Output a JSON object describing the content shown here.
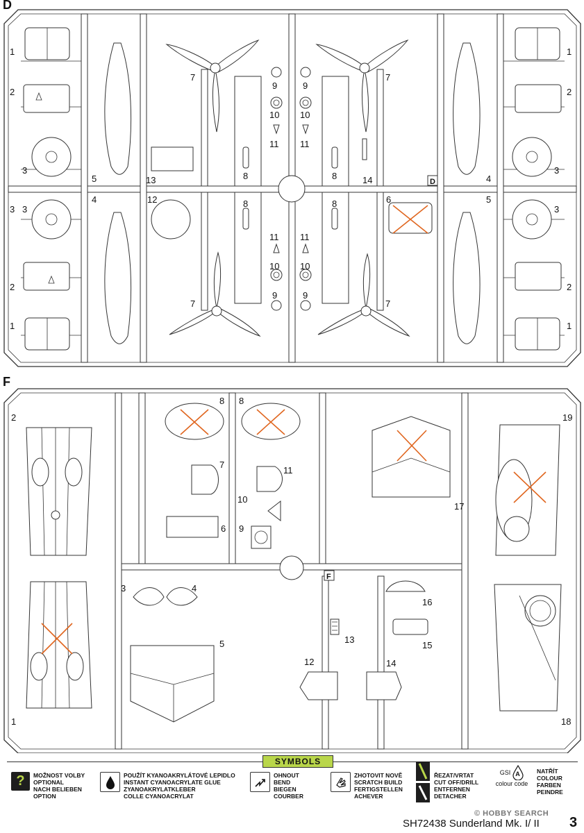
{
  "sprues": {
    "d": {
      "letter": "D",
      "tab_letter": "D",
      "labels": [
        "1",
        "2",
        "3",
        "5",
        "7",
        "9",
        "10",
        "11",
        "8",
        "13",
        "9",
        "10",
        "11",
        "7",
        "8",
        "14",
        "4",
        "1",
        "2",
        "3",
        "3",
        "4",
        "12",
        "8",
        "11",
        "10",
        "9",
        "7",
        "8",
        "11",
        "10",
        "9",
        "7",
        "6",
        "5",
        "3",
        "2",
        "1",
        "3",
        "2",
        "1"
      ]
    },
    "f": {
      "letter": "F",
      "tab_letter": "F",
      "labels": [
        "2",
        "8",
        "8",
        "7",
        "11",
        "10",
        "6",
        "9",
        "17",
        "19",
        "3",
        "4",
        "5",
        "1",
        "12",
        "13",
        "14",
        "16",
        "15",
        "18"
      ]
    }
  },
  "symbols": {
    "title": "SYMBOLS",
    "items": [
      {
        "icon": "question-icon",
        "lines": [
          "MOŽNOST VOLBY",
          "OPTIONAL",
          "NACH BELIEBEN",
          "OPTION"
        ]
      },
      {
        "icon": "glue-drop-icon",
        "lines": [
          "POUŽÍT KYANOAKRYLÁTOVÉ LEPIDLO",
          "INSTANT CYANOACRYLATE GLUE",
          "ZYANOAKRYLATKLEBER",
          "COLLE CYANOACRYLAT"
        ]
      },
      {
        "icon": "bend-arrow-icon",
        "lines": [
          "OHNOUT",
          "BEND",
          "BIEGEN",
          "COURBER"
        ]
      },
      {
        "icon": "scratch-hand-icon",
        "lines": [
          "ZHOTOVIT NOVĚ",
          "SCRATCH BUILD",
          "FERTIGSTELLEN",
          "ACHEVER"
        ]
      },
      {
        "icon": "knife-cut-icon",
        "lines": [
          "ŘEZAT/VRTAT",
          "CUT OFF/DRILL",
          "ENTFERNEN",
          "DETACHER"
        ]
      },
      {
        "icon": "color-drop-icon",
        "gsi_label": "GSI",
        "gsi_sub": "colour code",
        "marker": "A",
        "lines": [
          "NATŘÍT",
          "COLOUR",
          "FARBEN",
          "PEINDRE"
        ]
      }
    ]
  },
  "footer": {
    "watermark": "© HOBBY SEARCH",
    "kit_title": "SH72438 Sunderland Mk. I/ II",
    "page_number": "3"
  }
}
